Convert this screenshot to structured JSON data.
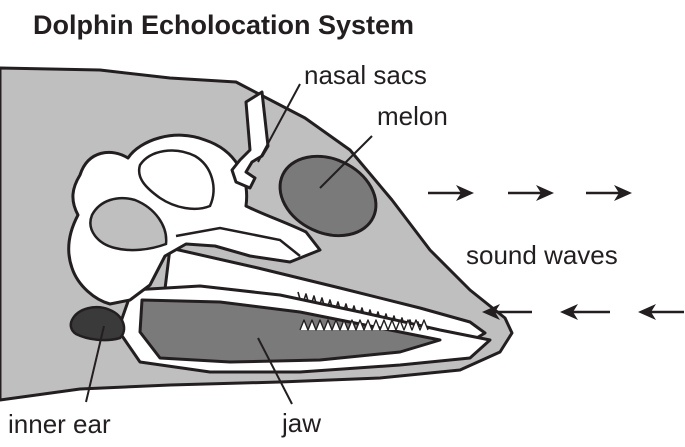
{
  "title": "Dolphin Echolocation System",
  "labels": {
    "nasal_sacs": "nasal sacs",
    "melon": "melon",
    "sound_waves": "sound waves",
    "inner_ear": "inner ear",
    "jaw": "jaw"
  },
  "colors": {
    "skin": "#bfbfbf",
    "bone": "#ffffff",
    "melon": "#7a7a7a",
    "jaw_fat": "#7a7a7a",
    "inner_ear": "#3a3a3a",
    "outline": "#231f20"
  }
}
